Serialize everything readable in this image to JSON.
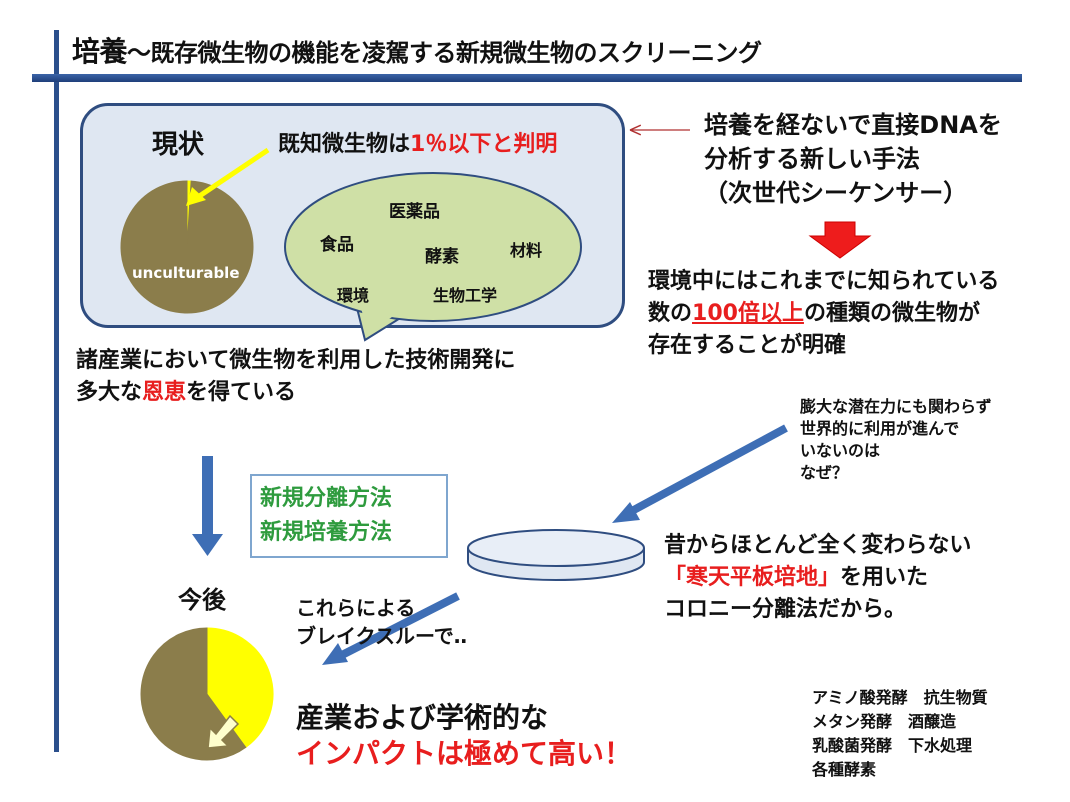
{
  "title": {
    "main": "培養",
    "sub": "～既存微生物の機能を凌駕する新規微生物のスクリーニング"
  },
  "current": {
    "heading": "現状",
    "known_prefix": "既知微生物は",
    "known_highlight": "1％以下と判明",
    "pie_label": "unculturable",
    "bubble_items": [
      "医薬品",
      "食品",
      "酵素",
      "材料",
      "環境",
      "生物工学"
    ]
  },
  "industry_benefit": {
    "line1": "諸産業において微生物を利用した技術開発に",
    "line2_prefix": "多大な",
    "line2_highlight": "恩恵",
    "line2_suffix": "を得ている"
  },
  "new_method": {
    "line1": "培養を経ないで直接DNAを",
    "line2": "分析する新しい手法",
    "line3": "（次世代シーケンサー）"
  },
  "finding": {
    "line1": "環境中にはこれまでに知られている",
    "line2_prefix": "数の",
    "line2_highlight": "100倍以上",
    "line2_suffix": "の種類の微生物が",
    "line3": "存在することが明確"
  },
  "question": {
    "line1": "膨大な潜在力にも関わらず",
    "line2": "世界的に利用が進んで",
    "line3": "いないのは",
    "line4": "なぜ？"
  },
  "methods_box": {
    "line1": "新規分離方法",
    "line2": "新規培養方法"
  },
  "reason": {
    "line1": "昔からほとんど全く変わらない",
    "line2_highlight": "「寒天平板培地」",
    "line2_suffix": "を用いた",
    "line3": "コロニー分離法だから。"
  },
  "future": {
    "heading": "今後",
    "breakthrough_line1": "これらによる",
    "breakthrough_line2": "ブレイクスルーで‥",
    "impact_line1": "産業および学術的な",
    "impact_line2": "インパクトは極めて高い！"
  },
  "applications": {
    "line1": "アミノ酸発酵　抗生物質",
    "line2": "メタン発酵　酒醸造",
    "line3": "乳酸菌発酵　下水処理",
    "line4": "各種酵素"
  },
  "chart_data": [
    {
      "type": "pie",
      "title": "現状",
      "slices": [
        {
          "label": "unculturable",
          "value": 99
        },
        {
          "label": "既知微生物",
          "value": 1
        }
      ]
    },
    {
      "type": "pie",
      "title": "今後",
      "slices": [
        {
          "value": 40
        },
        {
          "value": 60
        }
      ]
    }
  ],
  "colors": {
    "accent_blue": "#3e6eb5",
    "pie_olive": "#8b7d4b",
    "highlight_yellow": "#ffff00",
    "alert_red": "#e81e1e",
    "bubble_green": "#cfe0a6"
  }
}
